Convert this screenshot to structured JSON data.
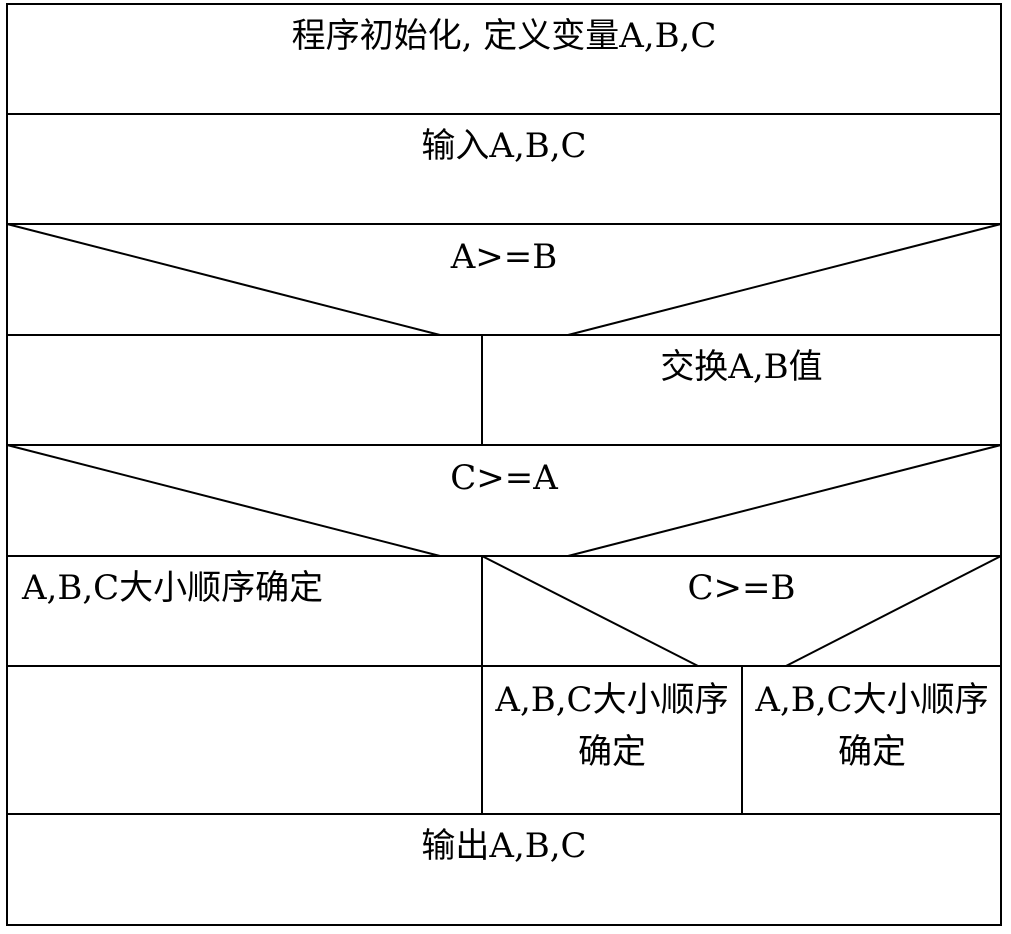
{
  "diagram": {
    "init": "程序初始化, 定义变量A,B,C",
    "input": "输入A,B,C",
    "cond1": "A>=B",
    "swap": "交换A,B值",
    "cond2": "C>=A",
    "order_left": "A,B,C大小顺序确定",
    "cond3": "C>=B",
    "order_mid": "A,B,C大小顺序确定",
    "order_right": "A,B,C大小顺序确定",
    "output": "输出A,B,C"
  }
}
